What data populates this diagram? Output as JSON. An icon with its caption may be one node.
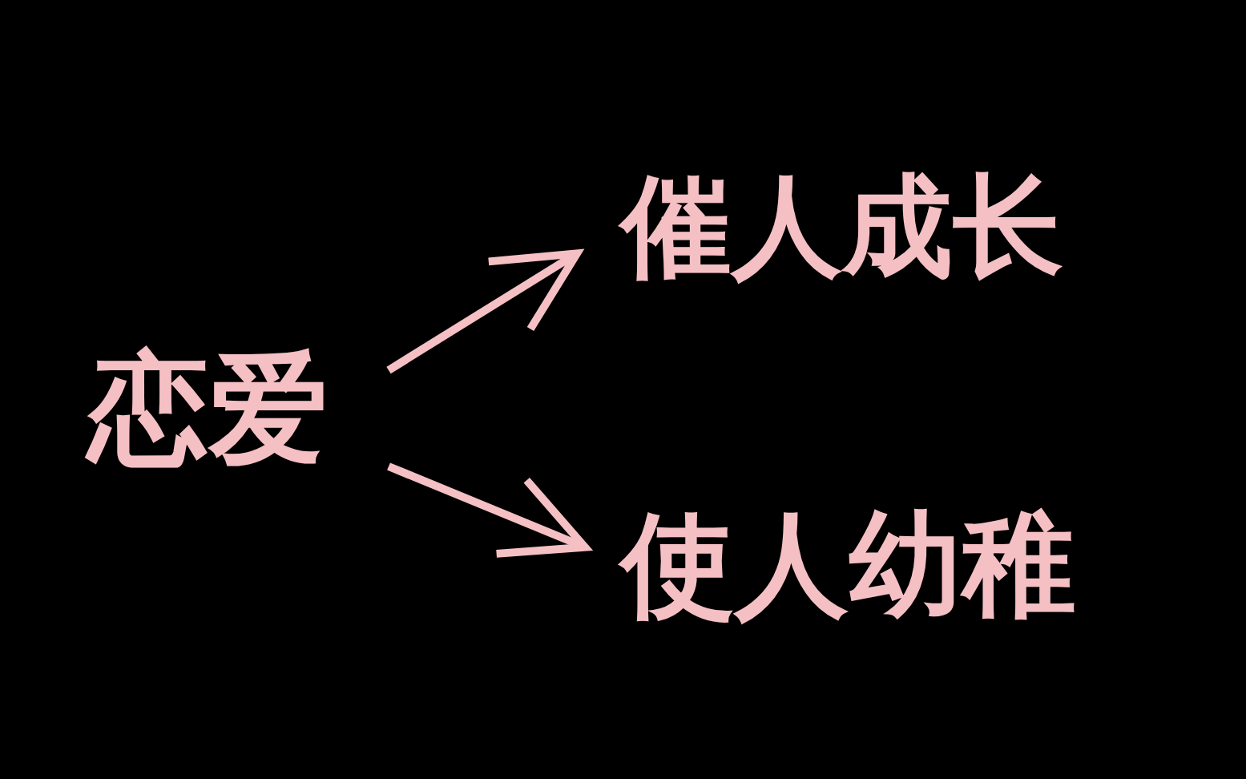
{
  "diagram": {
    "nodes": [
      {
        "text": [
          "恋爱"
        ]
      },
      {
        "text": [
          "催人成长"
        ]
      },
      {
        "text": [
          "使人幼稚"
        ]
      }
    ],
    "edges": [
      {
        "from": 0,
        "to": 1,
        "arrow": "to"
      },
      {
        "from": 0,
        "to": 2,
        "arrow": "to"
      }
    ]
  }
}
